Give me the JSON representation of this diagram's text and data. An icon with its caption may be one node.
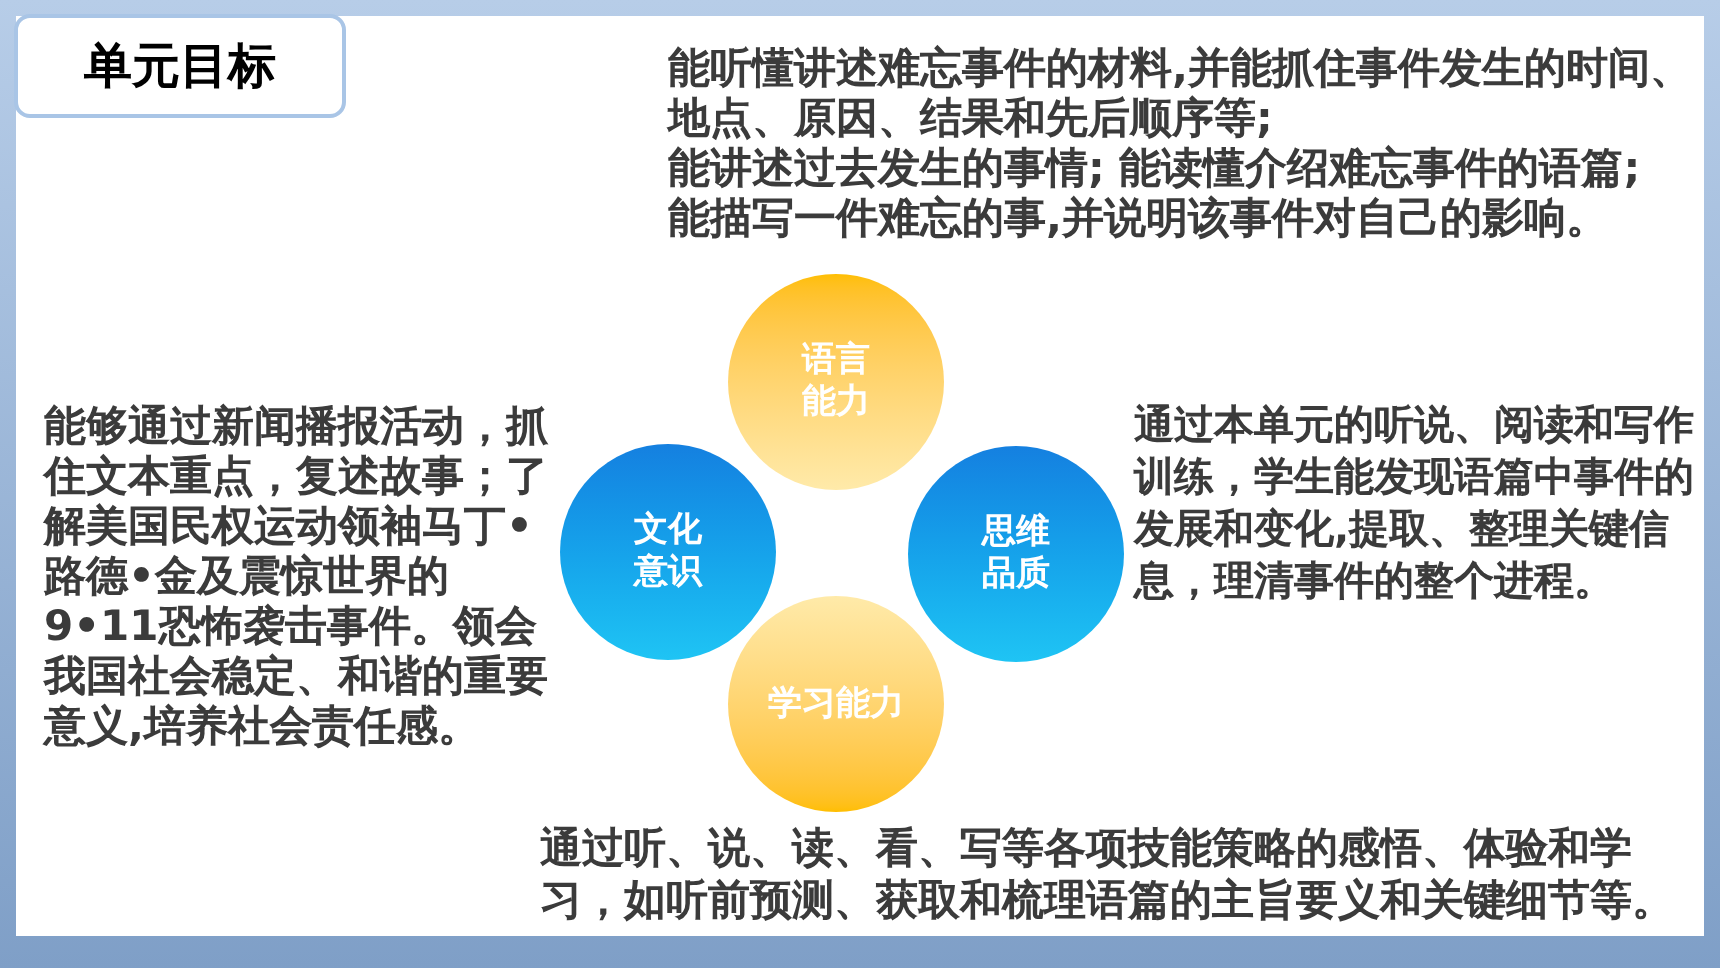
{
  "diagram": {
    "title": "单元目标",
    "nodes": [
      {
        "text": [
          "语言能力"
        ],
        "beside": [
          "能听懂讲述难忘事件的材料,并能抓住事件发生的时间、地点、原因、结果和先后顺序等;",
          "能讲述过去发生的事情; 能读懂介绍难忘事件的语篇;",
          "能描写一件难忘的事,并说明该事件对自己的影响。"
        ]
      },
      {
        "text": [
          "文化意识"
        ],
        "beside": [
          "能够通过新闻播报活动，抓住文本重点，复述故事；了解美国民权运动领袖马丁•路德•金及震惊世界的9•11恐怖袭击事件。领会我国社会稳定、和谐的重要意义,培养社会责任感。"
        ]
      },
      {
        "text": [
          "思维品质"
        ],
        "beside": [
          "通过本单元的听说、阅读和写作训练，学生能发现语篇中事件的发展和变化,提取、整理关键信息，理清事件的整个进程。"
        ]
      },
      {
        "text": [
          "学习能力"
        ],
        "beside": [
          "通过听、说、读、看、写等各项技能策略的感悟、体验和学习，如听前预测、获取和梳理语篇的主旨要义和关键细节等。"
        ]
      }
    ]
  }
}
